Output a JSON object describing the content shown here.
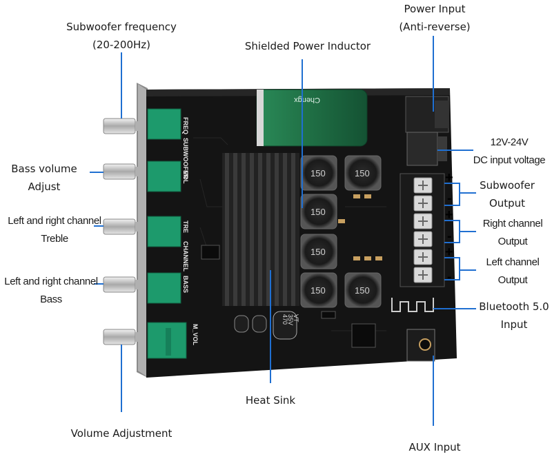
{
  "labels": {
    "subwoofer_freq": {
      "line1": "Subwoofer frequency",
      "line2": "(20-200Hz)"
    },
    "power_input": {
      "line1": "Power Input",
      "line2": "(Anti-reverse)"
    },
    "inductor": {
      "line1": "Shielded Power Inductor"
    },
    "bass_volume": {
      "line1": "Bass volume",
      "line2": "Adjust"
    },
    "dc_voltage": {
      "line1": "12V-24V",
      "line2": "DC input voltage"
    },
    "subwoofer_output": {
      "line1": "Subwoofer",
      "line2": "Output"
    },
    "treble": {
      "line1": "Left and right channel",
      "line2": "Treble"
    },
    "right_output": {
      "line1": "Right channel",
      "line2": "Output"
    },
    "left_output": {
      "line1": "Left channel",
      "line2": "Output"
    },
    "bass": {
      "line1": "Left and right channel",
      "line2": "Bass"
    },
    "bluetooth": {
      "line1": "Bluetooth 5.0",
      "line2": "Input"
    },
    "heat_sink": {
      "line1": "Heat Sink"
    },
    "volume": {
      "line1": "Volume Adjustment"
    },
    "aux": {
      "line1": "AUX Input"
    }
  },
  "board": {
    "pot_labels": [
      "FREQ",
      "SUBWOOFER",
      "VOL",
      "TRE",
      "CHANNEL",
      "BASS",
      "M_VOL"
    ],
    "inductor_value": "150",
    "capacitor_text": [
      "470",
      "35V",
      "VT"
    ],
    "capacitor_brand": "Chengx",
    "terminal_signs": [
      "+",
      "-",
      "+",
      "-",
      "+",
      "-"
    ]
  },
  "colors": {
    "pointer": "#1f6fd1",
    "board": "#141414",
    "knob_green": "#1d9a6c",
    "cap_green": "#1f7a4a",
    "metal": "#c9c9c9"
  }
}
